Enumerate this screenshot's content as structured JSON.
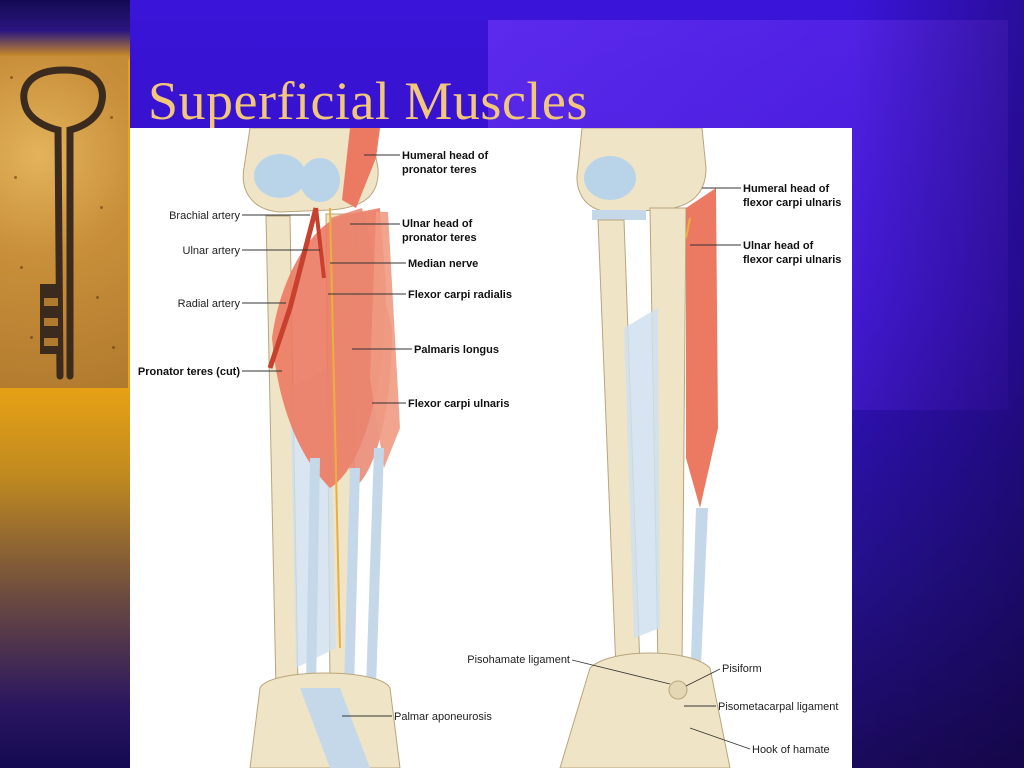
{
  "slide": {
    "title": "Superficial Muscles"
  },
  "colors": {
    "title": "#f3c77a",
    "background": "#3210c4",
    "strip": "#e8a214",
    "muscle": "#ec7a62",
    "bone": "#efe4c6",
    "tendon": "#c5d8ea"
  },
  "icons": {
    "key_photo": "key-icon"
  },
  "labels": {
    "humeral_head_pronator": [
      "Humeral head of",
      "pronator teres"
    ],
    "ulnar_head_pronator": [
      "Ulnar head of",
      "pronator teres"
    ],
    "median_nerve": "Median nerve",
    "flexor_carpi_radialis": "Flexor carpi radialis",
    "palmaris_longus": "Palmaris longus",
    "flexor_carpi_ulnaris": "Flexor carpi ulnaris",
    "brachial_artery": "Brachial artery",
    "ulnar_artery": "Ulnar artery",
    "radial_artery": "Radial artery",
    "pronator_teres_cut": "Pronator teres (cut)",
    "palmar_aponeurosis": "Palmar aponeurosis",
    "humeral_head_fcu": [
      "Humeral head of",
      "flexor carpi ulnaris"
    ],
    "ulnar_head_fcu": [
      "Ulnar head of",
      "flexor carpi ulnaris"
    ],
    "pisohamate_ligament": "Pisohamate ligament",
    "pisiform": "Pisiform",
    "pisometacarpal_ligament": "Pisometacarpal ligament",
    "hook_of_hamate": "Hook of hamate"
  }
}
